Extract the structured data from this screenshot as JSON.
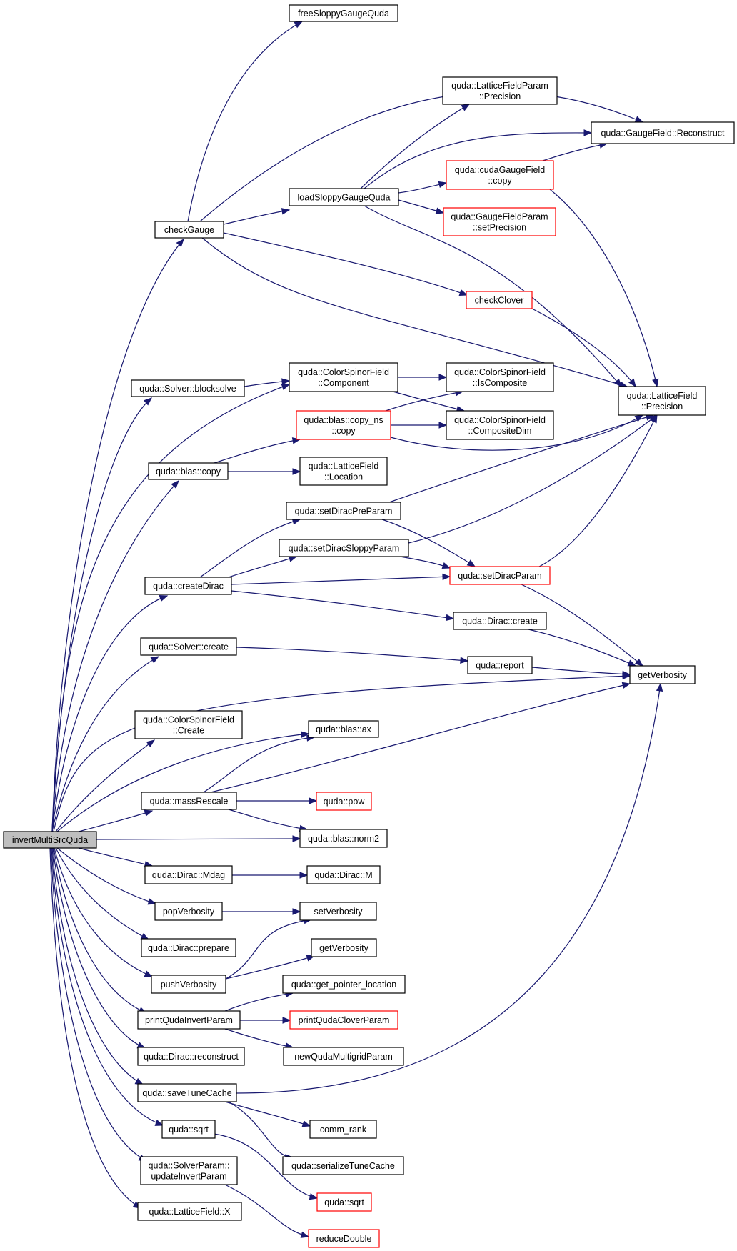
{
  "colors": {
    "edge": "#191970",
    "node_border": "#000000",
    "truncated_node_border": "#ff0000",
    "root_fill": "#bfbfbf"
  },
  "nodes": {
    "invertMultiSrcQuda": {
      "lines": [
        "invertMultiSrcQuda"
      ],
      "root": true
    },
    "freeSloppyGaugeQuda": {
      "lines": [
        "freeSloppyGaugeQuda"
      ]
    },
    "checkGauge": {
      "lines": [
        "checkGauge"
      ]
    },
    "LatticeFieldParamPrecision": {
      "lines": [
        "quda::LatticeFieldParam",
        "::Precision"
      ]
    },
    "GaugeFieldReconstruct": {
      "lines": [
        "quda::GaugeField::Reconstruct"
      ]
    },
    "loadSloppyGaugeQuda": {
      "lines": [
        "loadSloppyGaugeQuda"
      ]
    },
    "cudaGaugeFieldCopy": {
      "lines": [
        "quda::cudaGaugeField",
        "::copy"
      ],
      "red": true
    },
    "GaugeFieldParamSetPrecision": {
      "lines": [
        "quda::GaugeFieldParam",
        "::setPrecision"
      ],
      "red": true
    },
    "checkClover": {
      "lines": [
        "checkClover"
      ],
      "red": true
    },
    "SolverBlocksolve": {
      "lines": [
        "quda::Solver::blocksolve"
      ]
    },
    "ColorSpinorFieldComponent": {
      "lines": [
        "quda::ColorSpinorField",
        "::Component"
      ]
    },
    "ColorSpinorFieldIsComposite": {
      "lines": [
        "quda::ColorSpinorField",
        "::IsComposite"
      ]
    },
    "LatticeFieldPrecision": {
      "lines": [
        "quda::LatticeField",
        "::Precision"
      ]
    },
    "blasCopyNs": {
      "lines": [
        "quda::blas::copy_ns",
        "::copy"
      ],
      "red": true
    },
    "ColorSpinorFieldCompositeDim": {
      "lines": [
        "quda::ColorSpinorField",
        "::CompositeDim"
      ]
    },
    "blasCopy": {
      "lines": [
        "quda::blas::copy"
      ]
    },
    "LatticeFieldLocation": {
      "lines": [
        "quda::LatticeField",
        "::Location"
      ]
    },
    "setDiracPreParam": {
      "lines": [
        "quda::setDiracPreParam"
      ]
    },
    "setDiracSloppyParam": {
      "lines": [
        "quda::setDiracSloppyParam"
      ]
    },
    "createDirac": {
      "lines": [
        "quda::createDirac"
      ]
    },
    "setDiracParam": {
      "lines": [
        "quda::setDiracParam"
      ],
      "red": true
    },
    "DiracCreate": {
      "lines": [
        "quda::Dirac::create"
      ]
    },
    "SolverCreate": {
      "lines": [
        "quda::Solver::create"
      ]
    },
    "report": {
      "lines": [
        "quda::report"
      ]
    },
    "getVerbosity1": {
      "lines": [
        "getVerbosity"
      ]
    },
    "ColorSpinorFieldCreate": {
      "lines": [
        "quda::ColorSpinorField",
        "::Create"
      ]
    },
    "blasAx": {
      "lines": [
        "quda::blas::ax"
      ]
    },
    "massRescale": {
      "lines": [
        "quda::massRescale"
      ]
    },
    "pow": {
      "lines": [
        "quda::pow"
      ],
      "red": true
    },
    "blasNorm2": {
      "lines": [
        "quda::blas::norm2"
      ]
    },
    "DiracMdag": {
      "lines": [
        "quda::Dirac::Mdag"
      ]
    },
    "DiracM": {
      "lines": [
        "quda::Dirac::M"
      ]
    },
    "popVerbosity": {
      "lines": [
        "popVerbosity"
      ]
    },
    "setVerbosity": {
      "lines": [
        "setVerbosity"
      ]
    },
    "DiracPrepare": {
      "lines": [
        "quda::Dirac::prepare"
      ]
    },
    "getVerbosity2": {
      "lines": [
        "getVerbosity"
      ]
    },
    "pushVerbosity": {
      "lines": [
        "pushVerbosity"
      ]
    },
    "getPointerLocation": {
      "lines": [
        "quda::get_pointer_location"
      ]
    },
    "printQudaInvertParam": {
      "lines": [
        "printQudaInvertParam"
      ]
    },
    "printQudaCloverParam": {
      "lines": [
        "printQudaCloverParam"
      ],
      "red": true
    },
    "newQudaMultigridParam": {
      "lines": [
        "newQudaMultigridParam"
      ]
    },
    "DiracReconstruct": {
      "lines": [
        "quda::Dirac::reconstruct"
      ]
    },
    "saveTuneCache": {
      "lines": [
        "quda::saveTuneCache"
      ]
    },
    "commRank": {
      "lines": [
        "comm_rank"
      ]
    },
    "serializeTuneCache": {
      "lines": [
        "quda::serializeTuneCache"
      ]
    },
    "sqrt1": {
      "lines": [
        "quda::sqrt"
      ]
    },
    "sqrt2": {
      "lines": [
        "quda::sqrt"
      ],
      "red": true
    },
    "SolverParamUpdate": {
      "lines": [
        "quda::SolverParam::",
        "updateInvertParam"
      ]
    },
    "reduceDouble": {
      "lines": [
        "reduceDouble"
      ],
      "red": true
    },
    "LatticeFieldX": {
      "lines": [
        "quda::LatticeField::X"
      ]
    }
  },
  "edges": [
    [
      "invertMultiSrcQuda",
      "checkGauge"
    ],
    [
      "invertMultiSrcQuda",
      "ColorSpinorFieldComponent"
    ],
    [
      "invertMultiSrcQuda",
      "SolverBlocksolve"
    ],
    [
      "invertMultiSrcQuda",
      "blasCopy"
    ],
    [
      "invertMultiSrcQuda",
      "createDirac"
    ],
    [
      "invertMultiSrcQuda",
      "SolverCreate"
    ],
    [
      "invertMultiSrcQuda",
      "getVerbosity1"
    ],
    [
      "invertMultiSrcQuda",
      "ColorSpinorFieldCreate"
    ],
    [
      "invertMultiSrcQuda",
      "blasAx"
    ],
    [
      "invertMultiSrcQuda",
      "massRescale"
    ],
    [
      "invertMultiSrcQuda",
      "blasNorm2"
    ],
    [
      "invertMultiSrcQuda",
      "DiracMdag"
    ],
    [
      "invertMultiSrcQuda",
      "popVerbosity"
    ],
    [
      "invertMultiSrcQuda",
      "DiracPrepare"
    ],
    [
      "invertMultiSrcQuda",
      "pushVerbosity"
    ],
    [
      "invertMultiSrcQuda",
      "printQudaInvertParam"
    ],
    [
      "invertMultiSrcQuda",
      "DiracReconstruct"
    ],
    [
      "invertMultiSrcQuda",
      "saveTuneCache"
    ],
    [
      "invertMultiSrcQuda",
      "sqrt1"
    ],
    [
      "invertMultiSrcQuda",
      "SolverParamUpdate"
    ],
    [
      "invertMultiSrcQuda",
      "LatticeFieldX"
    ],
    [
      "checkGauge",
      "freeSloppyGaugeQuda"
    ],
    [
      "checkGauge",
      "GaugeFieldReconstruct"
    ],
    [
      "checkGauge",
      "loadSloppyGaugeQuda"
    ],
    [
      "checkGauge",
      "checkClover"
    ],
    [
      "checkGauge",
      "LatticeFieldPrecision"
    ],
    [
      "loadSloppyGaugeQuda",
      "LatticeFieldParamPrecision"
    ],
    [
      "loadSloppyGaugeQuda",
      "GaugeFieldReconstruct"
    ],
    [
      "loadSloppyGaugeQuda",
      "cudaGaugeFieldCopy"
    ],
    [
      "loadSloppyGaugeQuda",
      "GaugeFieldParamSetPrecision"
    ],
    [
      "loadSloppyGaugeQuda",
      "LatticeFieldPrecision"
    ],
    [
      "cudaGaugeFieldCopy",
      "GaugeFieldReconstruct"
    ],
    [
      "cudaGaugeFieldCopy",
      "LatticeFieldPrecision"
    ],
    [
      "checkClover",
      "LatticeFieldPrecision"
    ],
    [
      "SolverBlocksolve",
      "ColorSpinorFieldComponent"
    ],
    [
      "ColorSpinorFieldComponent",
      "ColorSpinorFieldIsComposite"
    ],
    [
      "ColorSpinorFieldComponent",
      "ColorSpinorFieldCompositeDim"
    ],
    [
      "blasCopy",
      "blasCopyNs"
    ],
    [
      "blasCopy",
      "LatticeFieldLocation"
    ],
    [
      "blasCopyNs",
      "ColorSpinorFieldIsComposite"
    ],
    [
      "blasCopyNs",
      "ColorSpinorFieldCompositeDim"
    ],
    [
      "blasCopyNs",
      "LatticeFieldPrecision"
    ],
    [
      "createDirac",
      "setDiracPreParam"
    ],
    [
      "createDirac",
      "setDiracSloppyParam"
    ],
    [
      "createDirac",
      "setDiracParam"
    ],
    [
      "createDirac",
      "DiracCreate"
    ],
    [
      "setDiracPreParam",
      "LatticeFieldPrecision"
    ],
    [
      "setDiracPreParam",
      "setDiracParam"
    ],
    [
      "setDiracSloppyParam",
      "LatticeFieldPrecision"
    ],
    [
      "setDiracSloppyParam",
      "setDiracParam"
    ],
    [
      "setDiracParam",
      "LatticeFieldPrecision"
    ],
    [
      "setDiracParam",
      "getVerbosity1"
    ],
    [
      "DiracCreate",
      "getVerbosity1"
    ],
    [
      "SolverCreate",
      "report"
    ],
    [
      "report",
      "getVerbosity1"
    ],
    [
      "massRescale",
      "blasAx"
    ],
    [
      "massRescale",
      "getVerbosity1"
    ],
    [
      "massRescale",
      "pow"
    ],
    [
      "massRescale",
      "blasNorm2"
    ],
    [
      "DiracMdag",
      "DiracM"
    ],
    [
      "popVerbosity",
      "setVerbosity"
    ],
    [
      "pushVerbosity",
      "setVerbosity"
    ],
    [
      "pushVerbosity",
      "getVerbosity2"
    ],
    [
      "printQudaInvertParam",
      "getPointerLocation"
    ],
    [
      "printQudaInvertParam",
      "printQudaCloverParam"
    ],
    [
      "printQudaInvertParam",
      "newQudaMultigridParam"
    ],
    [
      "saveTuneCache",
      "getVerbosity1"
    ],
    [
      "saveTuneCache",
      "commRank"
    ],
    [
      "saveTuneCache",
      "serializeTuneCache"
    ],
    [
      "sqrt1",
      "sqrt2"
    ],
    [
      "SolverParamUpdate",
      "reduceDouble"
    ]
  ]
}
